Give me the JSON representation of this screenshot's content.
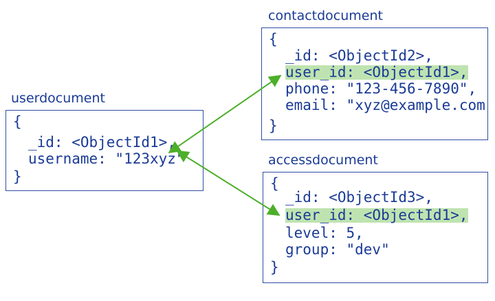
{
  "documents": {
    "user": {
      "title": "userdocument",
      "open": "{",
      "id_line": "_id: <ObjectId1>,",
      "username_line": "username: \"123xyz\"",
      "close": "}"
    },
    "contact": {
      "title": "contactdocument",
      "open": "{",
      "id_line": "_id: <ObjectId2>,",
      "ref_line": "user_id: <ObjectId1>,",
      "phone_line": "phone: \"123-456-7890\",",
      "email_line": "email: \"xyz@example.com\"",
      "close": "}"
    },
    "access": {
      "title": "accessdocument",
      "open": "{",
      "id_line": "_id: <ObjectId3>,",
      "ref_line": "user_id: <ObjectId1>,",
      "level_line": "level: 5,",
      "group_line": "group: \"dev\"",
      "close": "}"
    }
  },
  "colors": {
    "text": "#1a3a96",
    "border": "#2f4ea3",
    "highlight": "#bfe3b0",
    "arrow": "#4caf2a"
  }
}
